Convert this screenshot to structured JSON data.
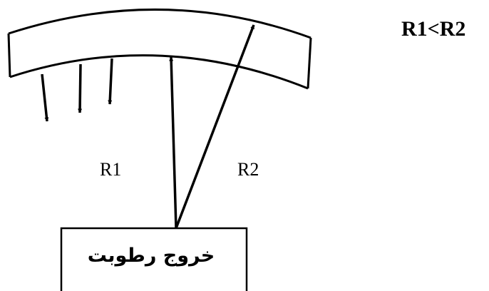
{
  "labels": {
    "r1": "R1",
    "r2": "R2",
    "condition": "R1<R2",
    "box_text": "خروج رطوبت"
  },
  "colors": {
    "stroke": "#000000",
    "background": "#ffffff"
  }
}
